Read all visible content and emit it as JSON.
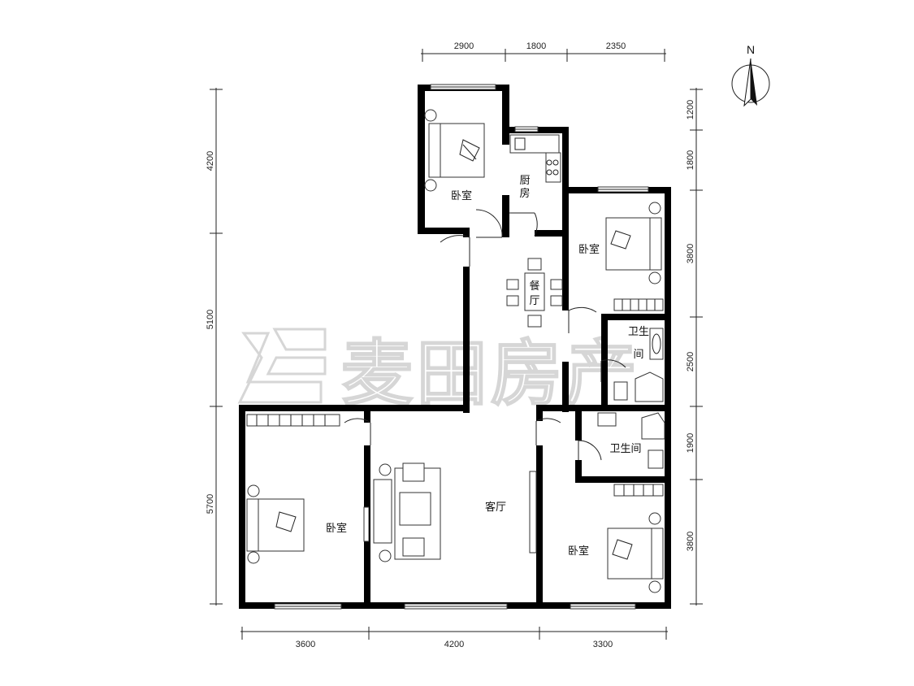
{
  "watermark": {
    "brand_text": "麦田房产",
    "logo_icon": "maitian-logo-icon"
  },
  "north": {
    "label": "N",
    "icon": "north-arrow-icon"
  },
  "dimensions": {
    "top": [
      "2900",
      "1800",
      "2350"
    ],
    "bottom": [
      "3600",
      "4200",
      "3300"
    ],
    "left": [
      "4200",
      "5100",
      "5700"
    ],
    "right": [
      "1200",
      "1800",
      "3800",
      "2500",
      "1900",
      "3800"
    ]
  },
  "rooms": {
    "bedroom_north": "卧室",
    "kitchen_line1": "厨",
    "kitchen_line2": "房",
    "bedroom_east": "卧室",
    "dining_line1": "餐",
    "dining_line2": "厅",
    "bath1_line1": "卫生",
    "bath1_line2": "间",
    "bath2": "卫生间",
    "living": "客厅",
    "bedroom_sw": "卧室",
    "bedroom_se": "卧室"
  }
}
